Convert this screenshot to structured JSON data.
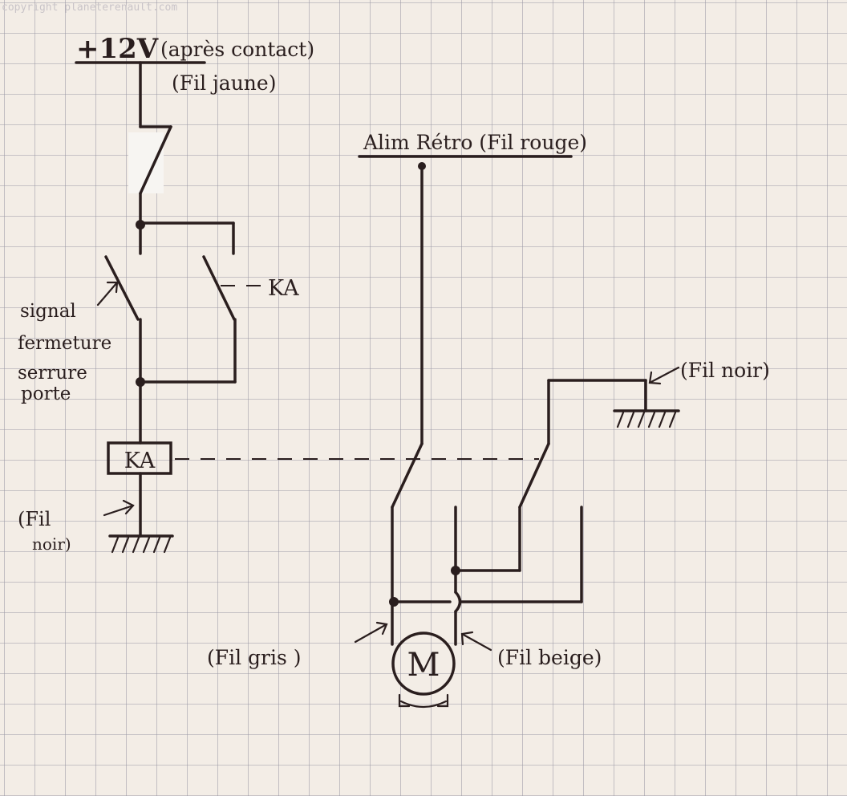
{
  "watermark": "copyright planeterenault.com",
  "labels": {
    "supply": "+12V",
    "supply_note": "(après contact)",
    "supply_wire": "(Fil jaune)",
    "mirror_feed": "Alim Rétro (Fil rouge)",
    "contact_ka": "KA",
    "relay_coil": "KA",
    "signal_line1": "signal",
    "signal_line2": "fermeture",
    "signal_line3": "serrure",
    "signal_line4": "porte",
    "ground_left_a": "(Fil",
    "ground_left_b": "noir)",
    "ground_right": "(Fil noir)",
    "motor": "M",
    "wire_grey": "(Fil gris )",
    "wire_beige": "(Fil beige)"
  },
  "icons": {
    "ground_left": "ground-icon",
    "ground_right": "ground-icon",
    "motor": "motor-icon",
    "rotation": "double-arrow-icon"
  },
  "colors": {
    "paper": "#f3ede6",
    "grid": "#9a98a4",
    "ink": "#2a1e1e"
  }
}
